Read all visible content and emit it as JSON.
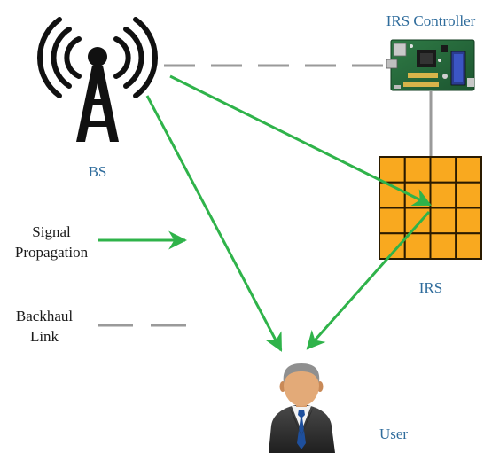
{
  "nodes": {
    "bs": {
      "label": "BS"
    },
    "irs_controller": {
      "label": "IRS Controller"
    },
    "irs": {
      "label": "IRS"
    },
    "user": {
      "label": "User"
    }
  },
  "legend": {
    "signal_line1": "Signal",
    "signal_line2": "Propagation",
    "backhaul_line1": "Backhaul",
    "backhaul_line2": "Link"
  },
  "colors": {
    "signal": "#2fb34a",
    "backhaul": "#9a9a9a",
    "irs_fill": "#f9a91f",
    "irs_border": "#2a1a00",
    "label_blue": "#2f6c9c",
    "tower": "#111111"
  },
  "icons": {
    "bs": "radio-tower-icon",
    "controller": "circuit-board-icon",
    "irs": "reflecting-surface-icon",
    "user": "person-icon"
  },
  "irs_grid": {
    "rows": 4,
    "cols": 4
  }
}
